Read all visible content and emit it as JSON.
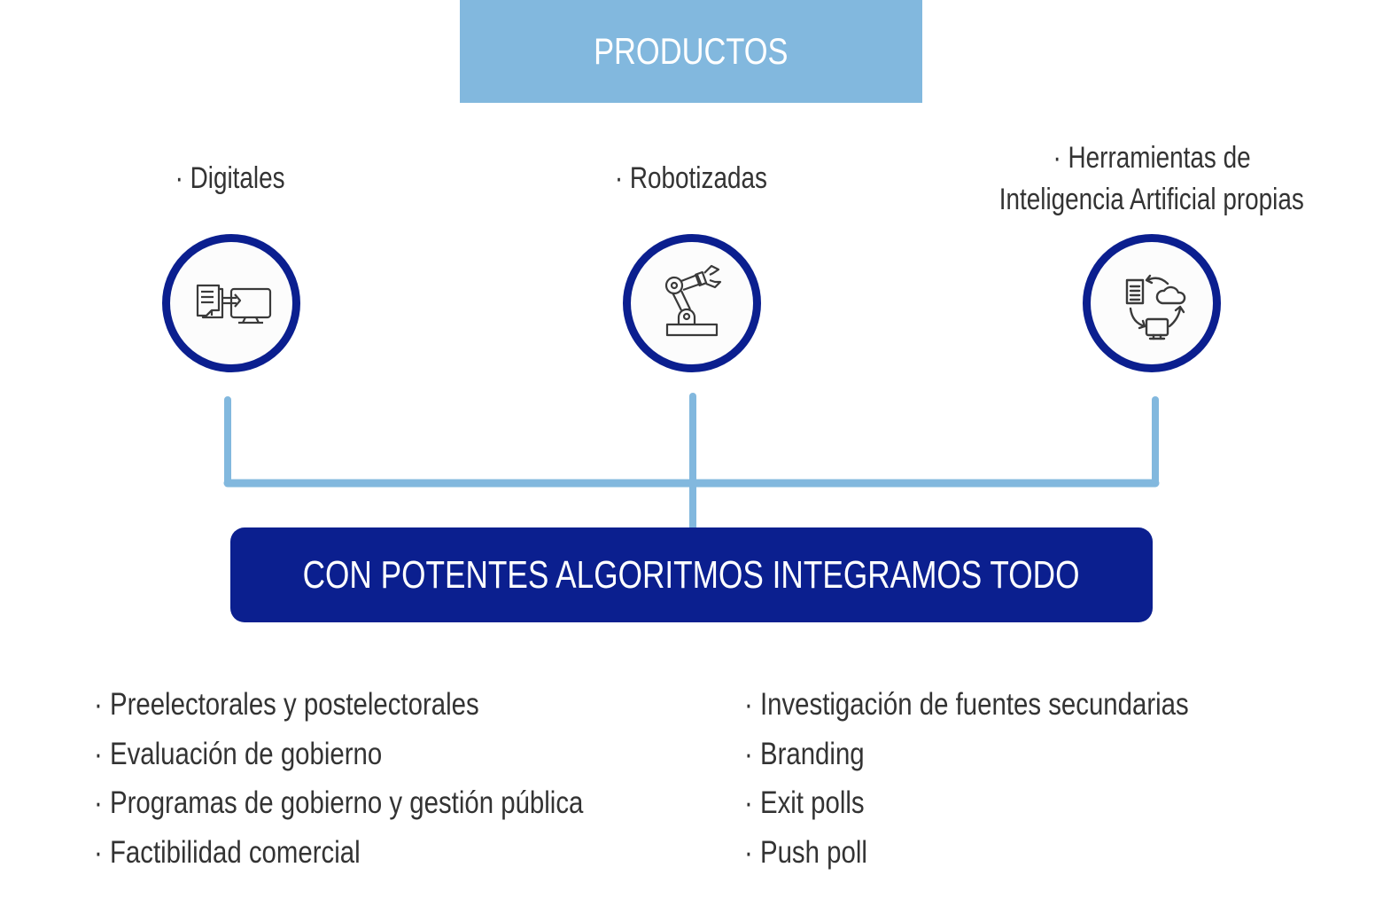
{
  "header": {
    "title": "PRODUCTOS",
    "background_color": "#82b8de"
  },
  "categories": [
    {
      "label": "· Digitales",
      "icon": "document-to-monitor-icon"
    },
    {
      "label": "· Robotizadas",
      "icon": "robotic-arm-icon"
    },
    {
      "label_line1": "· Herramientas de",
      "label_line2": "Inteligencia Artificial propias",
      "icon": "document-cloud-monitor-cycle-icon"
    }
  ],
  "banner": {
    "text": "CON POTENTES ALGORITMOS INTEGRAMOS TODO",
    "background_color": "#0b1f8f"
  },
  "services": {
    "left": [
      "· Preelectorales y postelectorales",
      "· Evaluación de gobierno",
      "· Programas de gobierno y gestión pública",
      "· Factibilidad comercial"
    ],
    "right": [
      "· Investigación de fuentes secundarias",
      "· Branding",
      "· Exit polls",
      "· Push poll"
    ]
  },
  "colors": {
    "accent_dark": "#0b1f8f",
    "accent_light": "#82b8de",
    "text": "#333333"
  }
}
